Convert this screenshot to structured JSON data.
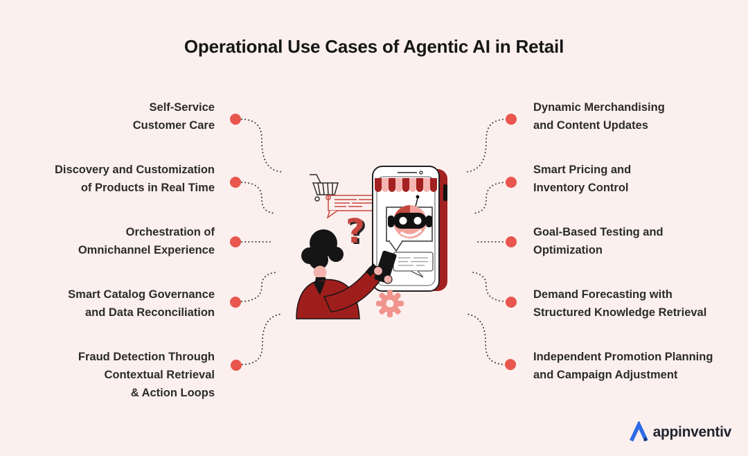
{
  "title": "Operational Use Cases of Agentic AI in Retail",
  "use_cases": {
    "left": [
      {
        "label": "Self-Service\nCustomer Care"
      },
      {
        "label": "Discovery and Customization\nof Products in Real Time"
      },
      {
        "label": "Orchestration of\nOmnichannel Experience"
      },
      {
        "label": "Smart Catalog Governance\nand Data Reconciliation"
      },
      {
        "label": "Fraud Detection Through\nContextual Retrieval\n& Action Loops"
      }
    ],
    "right": [
      {
        "label": "Dynamic Merchandising\nand Content Updates"
      },
      {
        "label": "Smart Pricing and\nInventory Control"
      },
      {
        "label": "Goal-Based Testing and\nOptimization"
      },
      {
        "label": "Demand Forecasting with\nStructured Knowledge Retrieval"
      },
      {
        "label": "Independent Promotion Planning\nand Campaign Adjustment"
      }
    ]
  },
  "illustration": {
    "icons": [
      "shopping-cart-icon",
      "chat-message-icon",
      "question-mark-icon",
      "smartphone-storefront-icon",
      "chatbot-icon",
      "chat-reply-icon",
      "gear-icon",
      "woman-with-phone-illustration"
    ]
  },
  "logo": {
    "brand": "appinventiv"
  },
  "colors": {
    "background": "#FBF0EE",
    "dark_red": "#A32120",
    "dot_red": "#E8564E",
    "pink": "#F5B5B0",
    "robot_pink": "#F2A29B",
    "outline_red": "#C8453F",
    "text": "#2B2B2B",
    "connector": "#3B3B3B",
    "logo_blue": "#2D6BE4"
  }
}
